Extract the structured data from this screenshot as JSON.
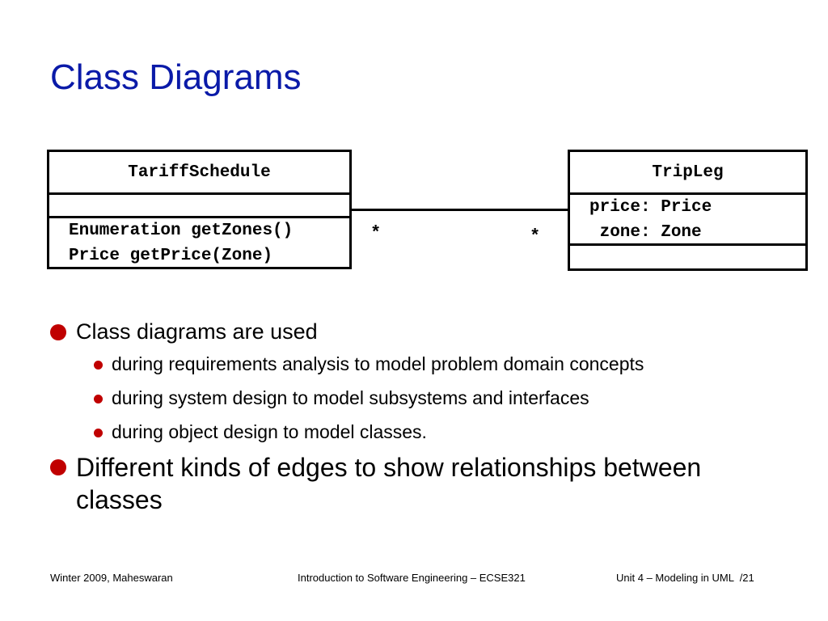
{
  "slide": {
    "title": "Class Diagrams"
  },
  "diagram": {
    "tariff": {
      "name": "TariffSchedule",
      "attributes": [],
      "operations": [
        "Enumeration getZones()",
        "Price getPrice(Zone)"
      ]
    },
    "trip": {
      "name": "TripLeg",
      "attributes": [
        "price: Price",
        " zone: Zone"
      ],
      "operations": []
    },
    "association": {
      "left_multiplicity": "*",
      "right_multiplicity": "*"
    }
  },
  "bullets": [
    {
      "text": "Class diagrams are used",
      "sub": [
        "during requirements analysis to model problem domain concepts",
        "during system design to model subsystems and interfaces",
        "during object design to model classes."
      ]
    },
    {
      "text": "Different kinds of edges to show relationships between classes",
      "sub": []
    }
  ],
  "footer": {
    "left": "Winter 2009, Maheswaran",
    "center": "Introduction to Software Engineering – ECSE321",
    "right": "Unit 4 – Modeling in UML  /21"
  },
  "colors": {
    "title": "#0a1aa8",
    "bullet": "#c00000"
  }
}
